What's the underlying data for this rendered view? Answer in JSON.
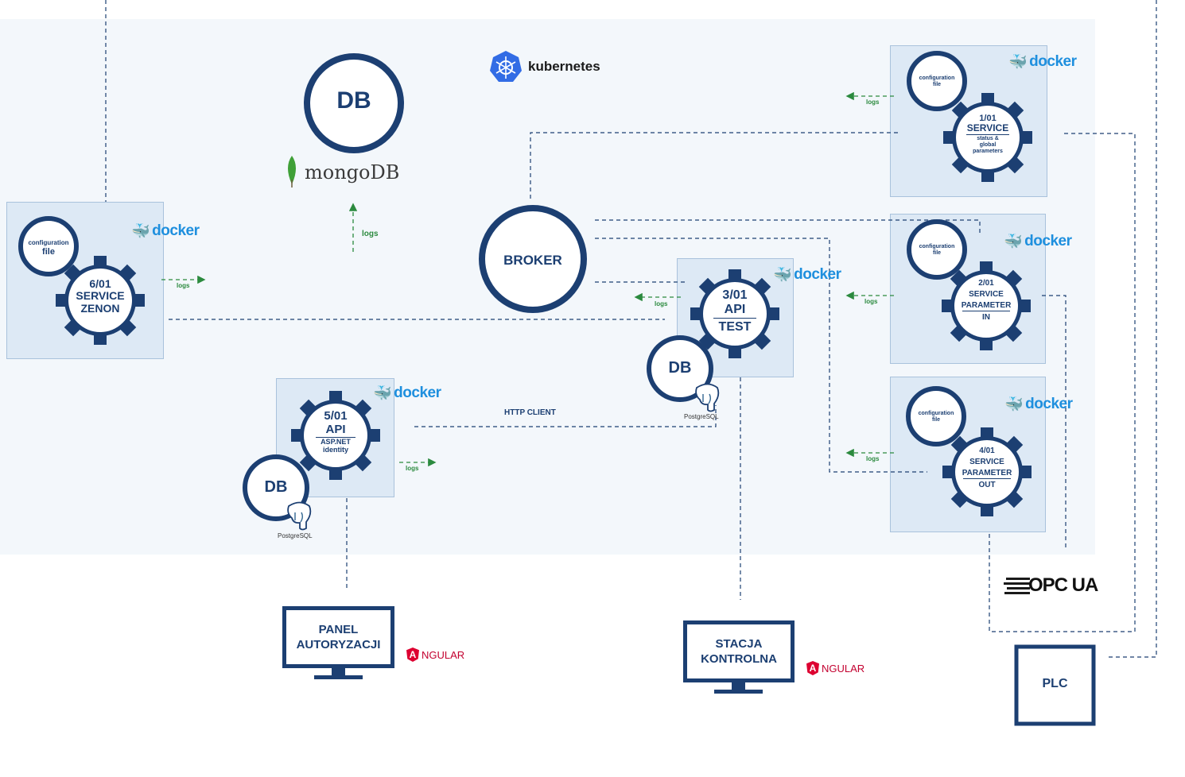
{
  "cluster": {
    "name": "kubernetes"
  },
  "database_main": {
    "label": "DB",
    "engine": "mongoDB"
  },
  "broker": {
    "label": "BROKER"
  },
  "http_client": {
    "label": "HTTP CLIENT"
  },
  "logs_label": "logs",
  "docker_label": "docker",
  "config_file": {
    "line1": "configuration",
    "line2": "file"
  },
  "services": {
    "zenon": {
      "num": "6/01",
      "line1": "SERVICE",
      "line2": "ZENON"
    },
    "s101": {
      "num": "1/01",
      "line1": "SERVICE",
      "sub1": "status &",
      "sub2": "global",
      "sub3": "parameters"
    },
    "s201": {
      "num": "2/01",
      "line1": "SERVICE",
      "line2": "PARAMETER",
      "line3": "IN"
    },
    "s401": {
      "num": "4/01",
      "line1": "SERVICE",
      "line2": "PARAMETER",
      "line3": "OUT"
    },
    "api_test": {
      "num": "3/01",
      "line1": "API",
      "line2": "TEST"
    },
    "api_asp": {
      "num": "5/01",
      "line1": "API",
      "sub1": "ASP.NET",
      "sub2": "identity"
    }
  },
  "postgres": {
    "db_label": "DB",
    "engine": "PostgreSQL"
  },
  "clients": {
    "panel": {
      "line1": "PANEL",
      "line2": "AUTORYZACJI",
      "framework": "NGULAR",
      "framework_initial": "A"
    },
    "stacja": {
      "line1": "STACJA",
      "line2": "KONTROLNA",
      "framework": "NGULAR",
      "framework_initial": "A"
    }
  },
  "opcua": {
    "label": "OPC UA"
  },
  "plc": {
    "label": "PLC"
  },
  "colors": {
    "navy": "#1c3f72",
    "box_fill": "#dde9f5",
    "area_fill": "#f3f7fb",
    "logs_green": "#2b8a3e",
    "docker_blue": "#1e8fde",
    "angular_red": "#dd0031",
    "mongo_green": "#3fa037"
  }
}
